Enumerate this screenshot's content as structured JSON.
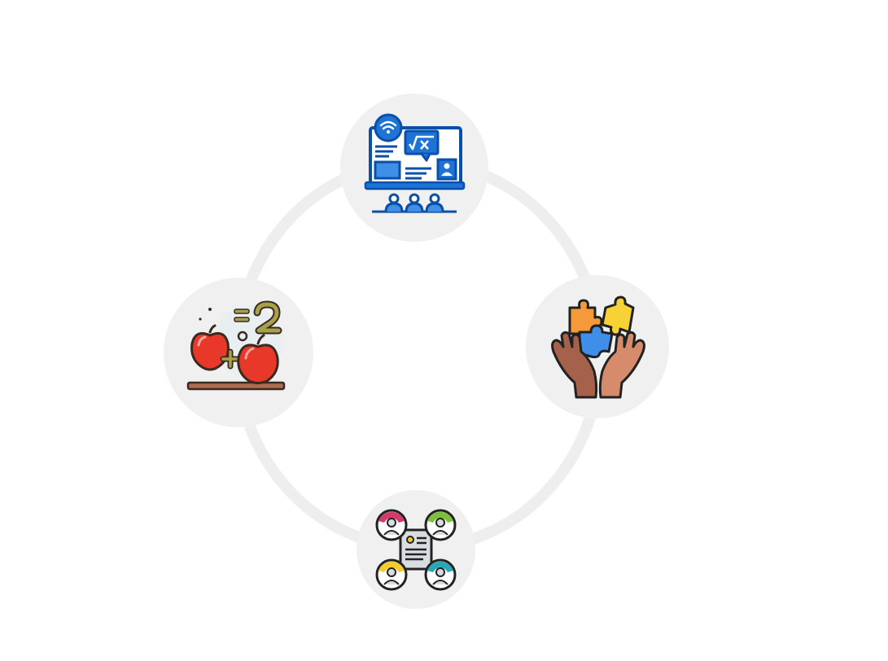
{
  "diagram": {
    "type": "cycle",
    "ring_color": "#eeeeee",
    "node_fill": "#f0f0f0",
    "nodes": [
      {
        "id": "top",
        "icon": "online-classroom-icon"
      },
      {
        "id": "right",
        "icon": "puzzle-hands-icon"
      },
      {
        "id": "bottom",
        "icon": "team-document-network-icon"
      },
      {
        "id": "left",
        "icon": "apple-math-addition-icon"
      }
    ],
    "colors": {
      "classroom_blue": "#1e73d6",
      "classroom_dark": "#0a4fa8",
      "apple_red": "#e8382a",
      "apple_outline": "#3a2a20",
      "math_olive": "#a7a24a",
      "shelf_brown": "#b06a4f",
      "puzzle_orange": "#f59a3b",
      "puzzle_yellow": "#f7d237",
      "puzzle_blue": "#3f8ee8",
      "skin_dark": "#a5614a",
      "skin_light": "#d68b6b",
      "team_pink": "#d43a6a",
      "team_green": "#7bbf3a",
      "team_yellow": "#f2cc2e",
      "team_teal": "#2aa6b8"
    }
  }
}
